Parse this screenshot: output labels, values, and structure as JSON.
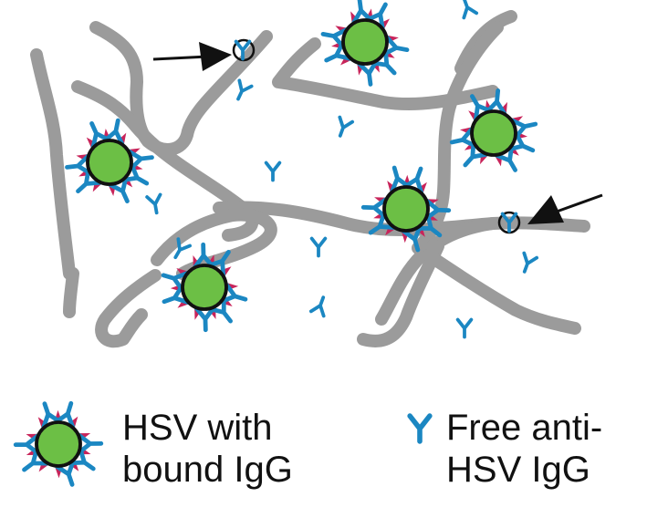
{
  "colors": {
    "fiber": "#9b9b9b",
    "antibody": "#1b87c2",
    "spike": "#c8245a",
    "virus_fill": "#6cbf45",
    "virus_outline": "#111111",
    "arrow": "#111111",
    "text": "#111111"
  },
  "legend": {
    "virus_label_line1": "HSV with",
    "virus_label_line2": "bound IgG",
    "antibody_label_line1": "Free anti-",
    "antibody_label_line2": "HSV IgG",
    "virus_icon": "virus-with-bound-igg-icon",
    "antibody_icon": "y-antibody-icon"
  }
}
